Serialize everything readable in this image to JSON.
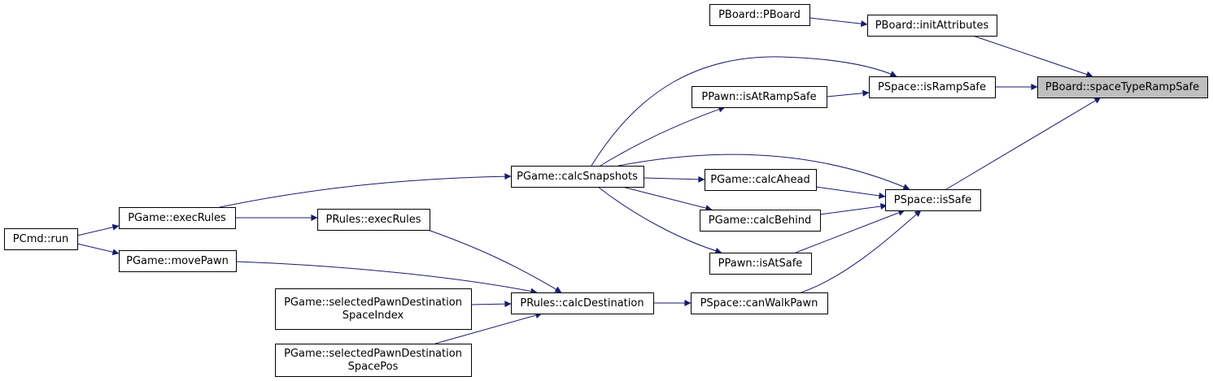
{
  "graph": {
    "colors": {
      "edge": "#191970",
      "node_border": "#000000",
      "node_fill": "#ffffff",
      "highlight_fill": "#bfbfbf",
      "text": "#000000"
    },
    "nodes": [
      {
        "id": "pboard-pboard",
        "lines": [
          "PBoard::PBoard"
        ]
      },
      {
        "id": "pboard-initattributes",
        "lines": [
          "PBoard::initAttributes"
        ]
      },
      {
        "id": "pboard-spacetyperampsafe",
        "lines": [
          "PBoard::spaceTypeRampSafe"
        ],
        "highlight": true
      },
      {
        "id": "pspace-isrampsafe",
        "lines": [
          "PSpace::isRampSafe"
        ]
      },
      {
        "id": "ppawn-isatrampsafe",
        "lines": [
          "PPawn::isAtRampSafe"
        ]
      },
      {
        "id": "pgame-calcsnapshots",
        "lines": [
          "PGame::calcSnapshots"
        ]
      },
      {
        "id": "pgame-calcahead",
        "lines": [
          "PGame::calcAhead"
        ]
      },
      {
        "id": "pspace-issafe",
        "lines": [
          "PSpace::isSafe"
        ]
      },
      {
        "id": "pgame-calcbehind",
        "lines": [
          "PGame::calcBehind"
        ]
      },
      {
        "id": "ppawn-isatsafe",
        "lines": [
          "PPawn::isAtSafe"
        ]
      },
      {
        "id": "pgame-execrules",
        "lines": [
          "PGame::execRules"
        ]
      },
      {
        "id": "prules-execrules",
        "lines": [
          "PRules::execRules"
        ]
      },
      {
        "id": "pcmd-run",
        "lines": [
          "PCmd::run"
        ]
      },
      {
        "id": "pgame-movepawn",
        "lines": [
          "PGame::movePawn"
        ]
      },
      {
        "id": "pgame-selectedpawndestinationspaceindex",
        "lines": [
          "PGame::selectedPawnDestination",
          "SpaceIndex"
        ]
      },
      {
        "id": "prules-calcdestination",
        "lines": [
          "PRules::calcDestination"
        ]
      },
      {
        "id": "pspace-canwalkpawn",
        "lines": [
          "PSpace::canWalkPawn"
        ]
      },
      {
        "id": "pgame-selectedpawndestinationspacepos",
        "lines": [
          "PGame::selectedPawnDestination",
          "SpacePos"
        ]
      }
    ],
    "edges": [
      {
        "from": "pboard-pboard",
        "to": "pboard-initattributes"
      },
      {
        "from": "pboard-initattributes",
        "to": "pboard-spacetyperampsafe"
      },
      {
        "from": "pspace-isrampsafe",
        "to": "pboard-spacetyperampsafe"
      },
      {
        "from": "pspace-issafe",
        "to": "pboard-spacetyperampsafe"
      },
      {
        "from": "ppawn-isatrampsafe",
        "to": "pspace-isrampsafe"
      },
      {
        "from": "pgame-calcsnapshots",
        "to": "pspace-isrampsafe"
      },
      {
        "from": "pgame-calcsnapshots",
        "to": "ppawn-isatrampsafe"
      },
      {
        "from": "pgame-calcsnapshots",
        "to": "pspace-issafe"
      },
      {
        "from": "pgame-calcsnapshots",
        "to": "pgame-calcahead"
      },
      {
        "from": "pgame-calcsnapshots",
        "to": "pgame-calcbehind"
      },
      {
        "from": "pgame-calcsnapshots",
        "to": "ppawn-isatsafe"
      },
      {
        "from": "pgame-calcahead",
        "to": "pspace-issafe"
      },
      {
        "from": "pgame-calcbehind",
        "to": "pspace-issafe"
      },
      {
        "from": "ppawn-isatsafe",
        "to": "pspace-issafe"
      },
      {
        "from": "pspace-canwalkpawn",
        "to": "pspace-issafe"
      },
      {
        "from": "pgame-execrules",
        "to": "pgame-calcsnapshots"
      },
      {
        "from": "pgame-execrules",
        "to": "prules-execrules"
      },
      {
        "from": "pcmd-run",
        "to": "pgame-execrules"
      },
      {
        "from": "pcmd-run",
        "to": "pgame-movepawn"
      },
      {
        "from": "prules-execrules",
        "to": "prules-calcdestination"
      },
      {
        "from": "pgame-movepawn",
        "to": "prules-calcdestination"
      },
      {
        "from": "pgame-selectedpawndestinationspaceindex",
        "to": "prules-calcdestination"
      },
      {
        "from": "pgame-selectedpawndestinationspacepos",
        "to": "prules-calcdestination"
      },
      {
        "from": "prules-calcdestination",
        "to": "pspace-canwalkpawn"
      }
    ]
  }
}
